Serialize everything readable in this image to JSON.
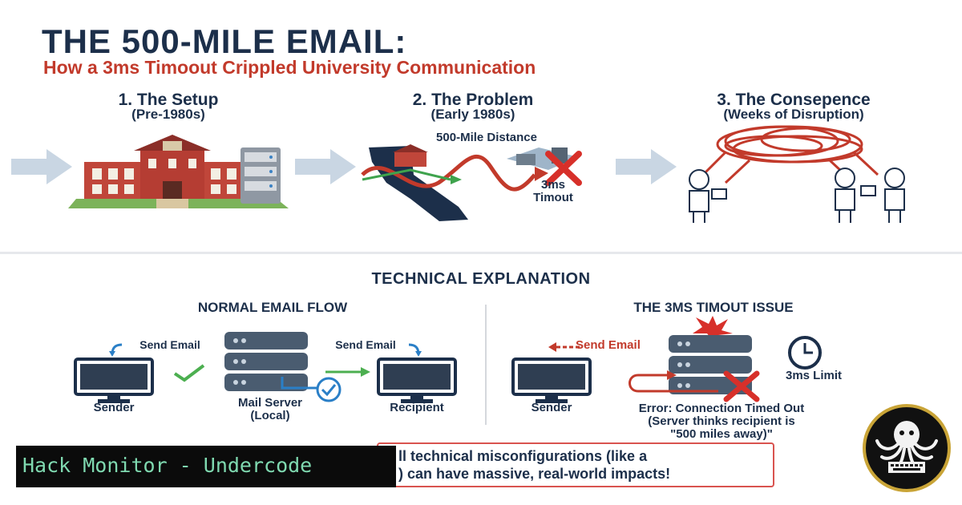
{
  "header": {
    "title": "THE 500-MILE EMAIL:",
    "subtitle": "How a 3ms Timoout Crippled University Communication"
  },
  "steps": [
    {
      "heading": "1. The Setup",
      "subheading": "(Pre-1980s)"
    },
    {
      "heading": "2. The Problem",
      "subheading": "(Early 1980s)",
      "distance_label": "500-Mile Distance",
      "timeout_label_line1": "3ms",
      "timeout_label_line2": "Timout"
    },
    {
      "heading": "3. The Consepence",
      "subheading": "(Weeks of Disruption)"
    }
  ],
  "technical": {
    "title": "TECHNICAL EXPLANATION",
    "normal": {
      "title": "NORMAL EMAIL FLOW",
      "send_left": "Send Email",
      "send_right": "Send Email",
      "sender": "Sender",
      "server_line1": "Mail Server",
      "server_line2": "(Local)",
      "recipient": "Recipient"
    },
    "issue": {
      "title": "THE 3MS TIMOUT ISSUE",
      "send": "Send Email",
      "sender": "Sender",
      "limit": "3ms Limit",
      "error_line1": "Error: Connection Timed Out",
      "error_line2": "(Server thinks recipient is",
      "error_line3": "\"500 miles away)\""
    }
  },
  "callout": {
    "line1": "ll technical misconfigurations (like a",
    "line2": ") can have massive, real-world impacts!"
  },
  "banner": {
    "text": "Hack Monitor - Undercode"
  },
  "colors": {
    "navy": "#1c2f4a",
    "red": "#c23a2b",
    "green": "#4caf50",
    "blue": "#2a7fc7",
    "banner_text": "#7fd9b0"
  }
}
